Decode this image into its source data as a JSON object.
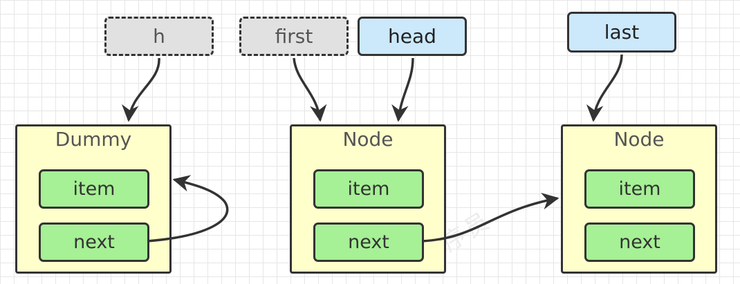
{
  "pointers": {
    "h": "h",
    "first": "first",
    "head": "head",
    "last": "last"
  },
  "nodes": {
    "dummy": {
      "title": "Dummy",
      "item": "item",
      "next": "next"
    },
    "node1": {
      "title": "Node",
      "item": "item",
      "next": "next"
    },
    "node2": {
      "title": "Node",
      "item": "item",
      "next": "next"
    }
  },
  "colors": {
    "pointer_temp_fill": "#e1e1e1",
    "pointer_fill": "#cce8fb",
    "node_fill": "#ffffcc",
    "field_fill": "#a6f095",
    "stroke": "#333333"
  }
}
